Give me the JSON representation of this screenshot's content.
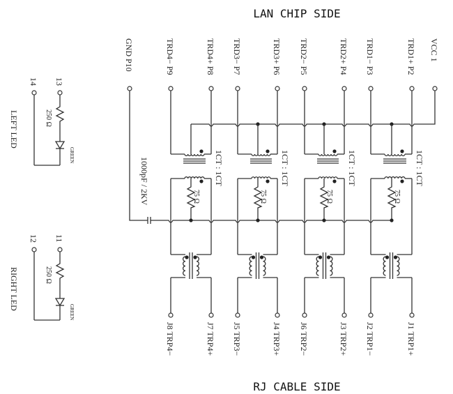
{
  "diagram": {
    "top_title": "LAN CHIP SIDE",
    "bottom_title": "RJ CABLE SIDE",
    "top_pins": [
      {
        "label": "GND  P10"
      },
      {
        "label": "TRD4−  P9"
      },
      {
        "label": "TRD4+  P8"
      },
      {
        "label": "TRD3−  P7"
      },
      {
        "label": "TRD3+  P6"
      },
      {
        "label": "TRD2−  P5"
      },
      {
        "label": "TRD2+  P4"
      },
      {
        "label": "TRD1−  P3"
      },
      {
        "label": "TRD1+  P2"
      },
      {
        "label": "VCC  1"
      }
    ],
    "bottom_pins": [
      {
        "label": "J8  TRP4−"
      },
      {
        "label": "J7  TRP4+"
      },
      {
        "label": "J5  TRP3−"
      },
      {
        "label": "J4  TRP3+"
      },
      {
        "label": "J6  TRP2−"
      },
      {
        "label": "J3  TRP2+"
      },
      {
        "label": "J2  TRP1−"
      },
      {
        "label": "J1  TRP1+"
      }
    ],
    "transformer_ratio": "1CT : 1CT",
    "termination_resistor": "75 Ω",
    "capacitor": "1000pF / 2KV",
    "channels": 4,
    "leds": [
      {
        "name": "LEFT LED",
        "pin_a": "13",
        "pin_b": "14",
        "resistor": "250 Ω",
        "color": "GREEN"
      },
      {
        "name": "RIGHT LED",
        "pin_a": "11",
        "pin_b": "12",
        "resistor": "250 Ω",
        "color": "GREEN"
      }
    ]
  }
}
